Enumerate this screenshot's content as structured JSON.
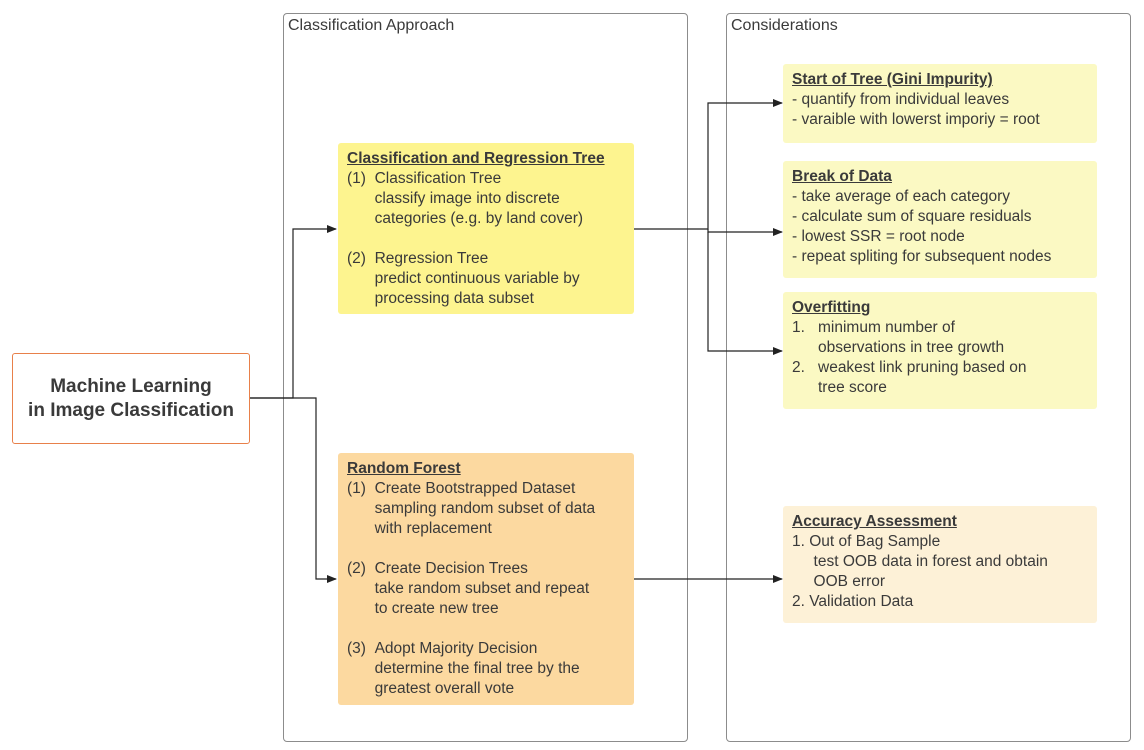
{
  "root": {
    "label": "Machine Learning\nin Image Classification"
  },
  "frames": {
    "left_title": "Classification Approach",
    "right_title": "Considerations"
  },
  "cart": {
    "heading": "Classification and Regression Tree",
    "items": [
      {
        "num": "(1)",
        "text": "Classification Tree\n   classify image into discrete\n   categories (e.g. by land cover)"
      },
      {
        "num": "(2)",
        "text": "Regression Tree\n   predict continuous variable by\n   processing data subset"
      }
    ]
  },
  "rf": {
    "heading": "Random Forest",
    "items": [
      {
        "num": "(1)",
        "text": "Create Bootstrapped Dataset\n   sampling random subset of data\n   with replacement"
      },
      {
        "num": "(2)",
        "text": "Create Decision Trees\n   take random subset and repeat\n   to create new tree"
      },
      {
        "num": "(3)",
        "text": "Adopt Majority Decision\n   determine the final tree by the\n   greatest overall vote"
      }
    ]
  },
  "gini": {
    "heading": "Start of Tree (Gini Impurity)",
    "lines": [
      "- quantify from individual leaves",
      "- varaible with lowerst imporiy = root"
    ]
  },
  "break": {
    "heading": "Break of Data",
    "lines": [
      "- take average of each category",
      "- calculate sum of square residuals",
      "- lowest SSR = root node",
      "- repeat spliting for subsequent nodes"
    ]
  },
  "overfit": {
    "heading": "Overfitting",
    "items": [
      {
        "num": "1.",
        "text": "minimum number of\nobservations in tree growth"
      },
      {
        "num": "2.",
        "text": "weakest link pruning based on\ntree score"
      }
    ]
  },
  "accuracy": {
    "heading": "Accuracy Assessment",
    "lines": [
      "1. Out of Bag Sample",
      "     test OOB data in forest and obtain",
      "     OOB error",
      "2. Validation Data"
    ]
  }
}
